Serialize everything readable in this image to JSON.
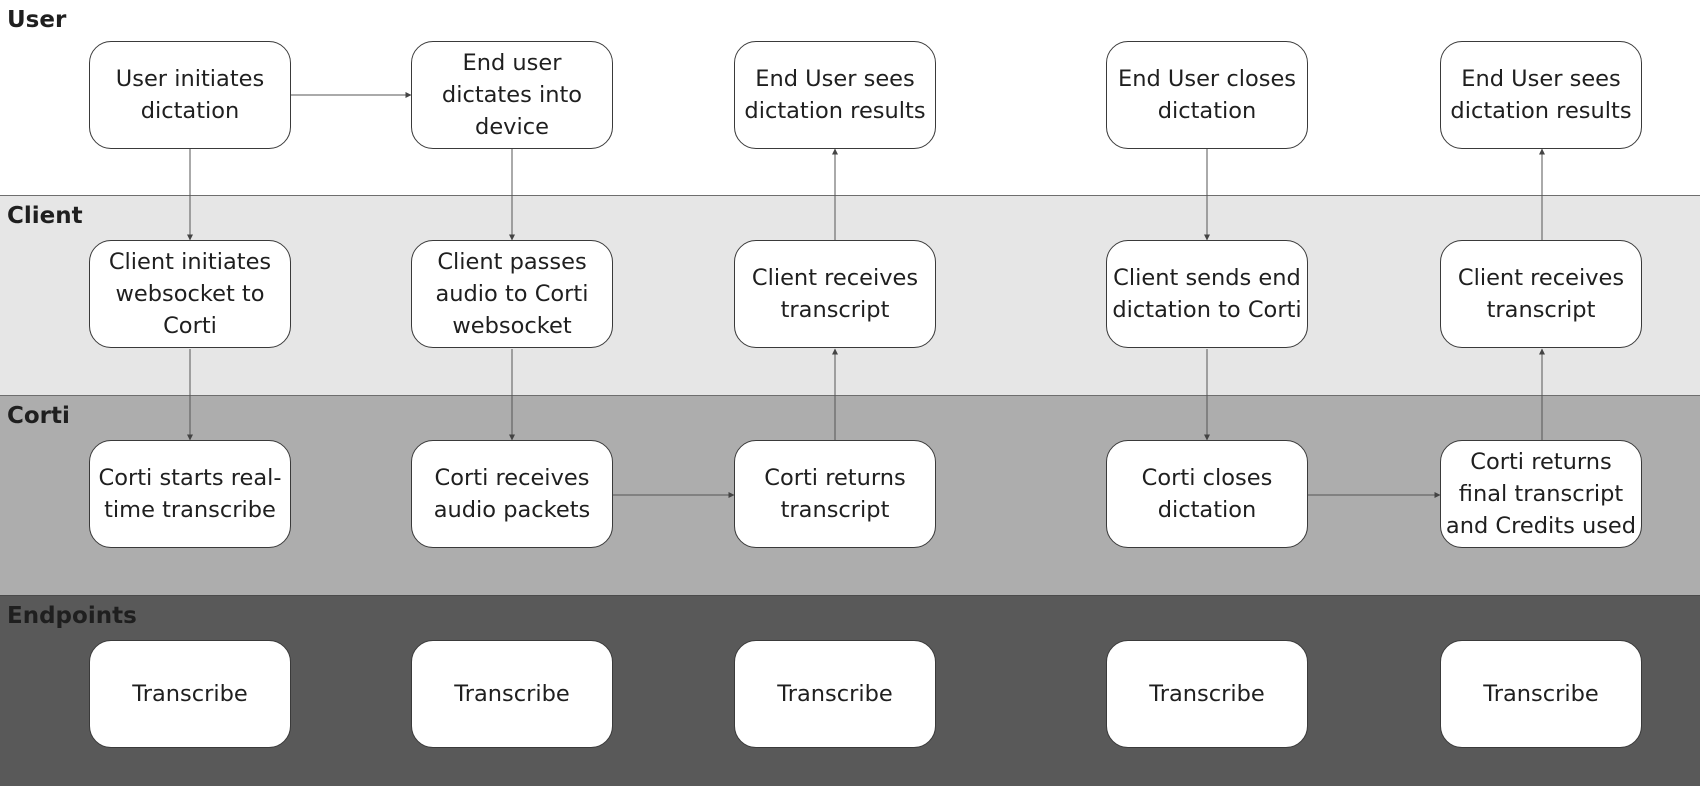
{
  "lanes": {
    "user": "User",
    "client": "Client",
    "corti": "Corti",
    "endpoints": "Endpoints"
  },
  "nodes": {
    "user_initiates": "User initiates dictation",
    "user_dictates": "End user dictates into device",
    "user_sees_1": "End User sees dictation results",
    "user_closes": "End User closes dictation",
    "user_sees_2": "End User sees dictation results",
    "client_initiates": "Client initiates websocket to Corti",
    "client_passes": "Client passes audio to Corti websocket",
    "client_receives_1": "Client receives transcript",
    "client_sends_end": "Client sends end dictation to Corti",
    "client_receives_2": "Client receives transcript",
    "corti_starts": "Corti starts real-time transcribe",
    "corti_receives": "Corti receives audio packets",
    "corti_returns": "Corti returns transcript",
    "corti_closes": "Corti closes dictation",
    "corti_returns_final": "Corti returns final transcript and Credits used",
    "endpoint_1": "Transcribe",
    "endpoint_2": "Transcribe",
    "endpoint_3": "Transcribe",
    "endpoint_4": "Transcribe",
    "endpoint_5": "Transcribe"
  }
}
